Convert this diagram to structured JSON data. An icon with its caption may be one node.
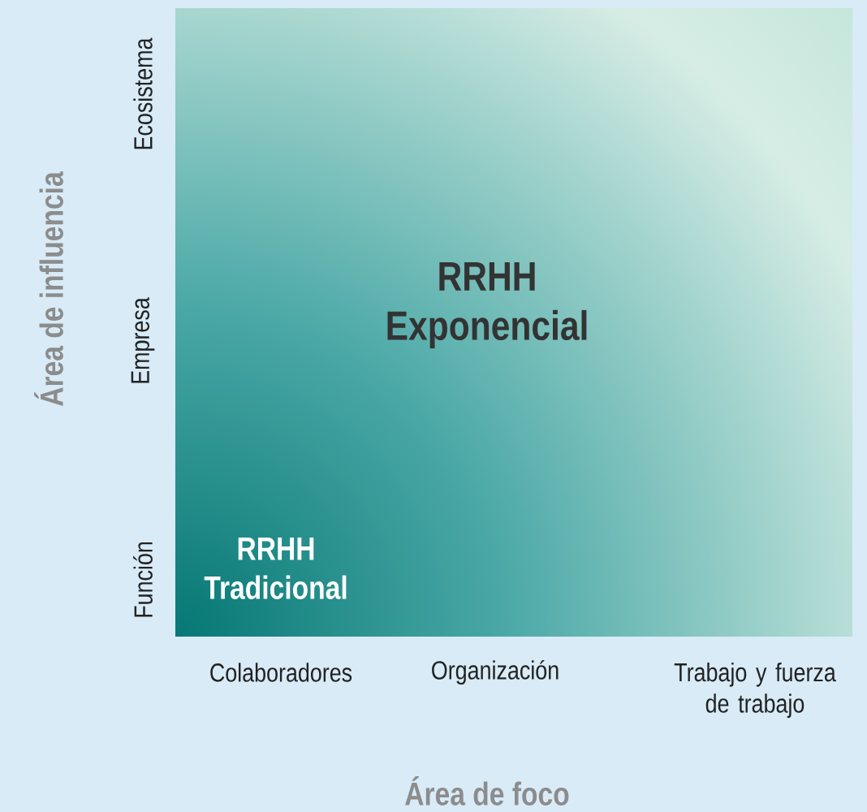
{
  "diagram": {
    "labels": [
      "Área de influencia",
      "Ecosistema",
      "Empresa",
      "Función",
      "RRHH Exponencial",
      "RRHH Tradicional",
      "Colaboradores",
      "Organización",
      "Trabajo y fuerza de trabajo",
      "Área de foco"
    ]
  }
}
